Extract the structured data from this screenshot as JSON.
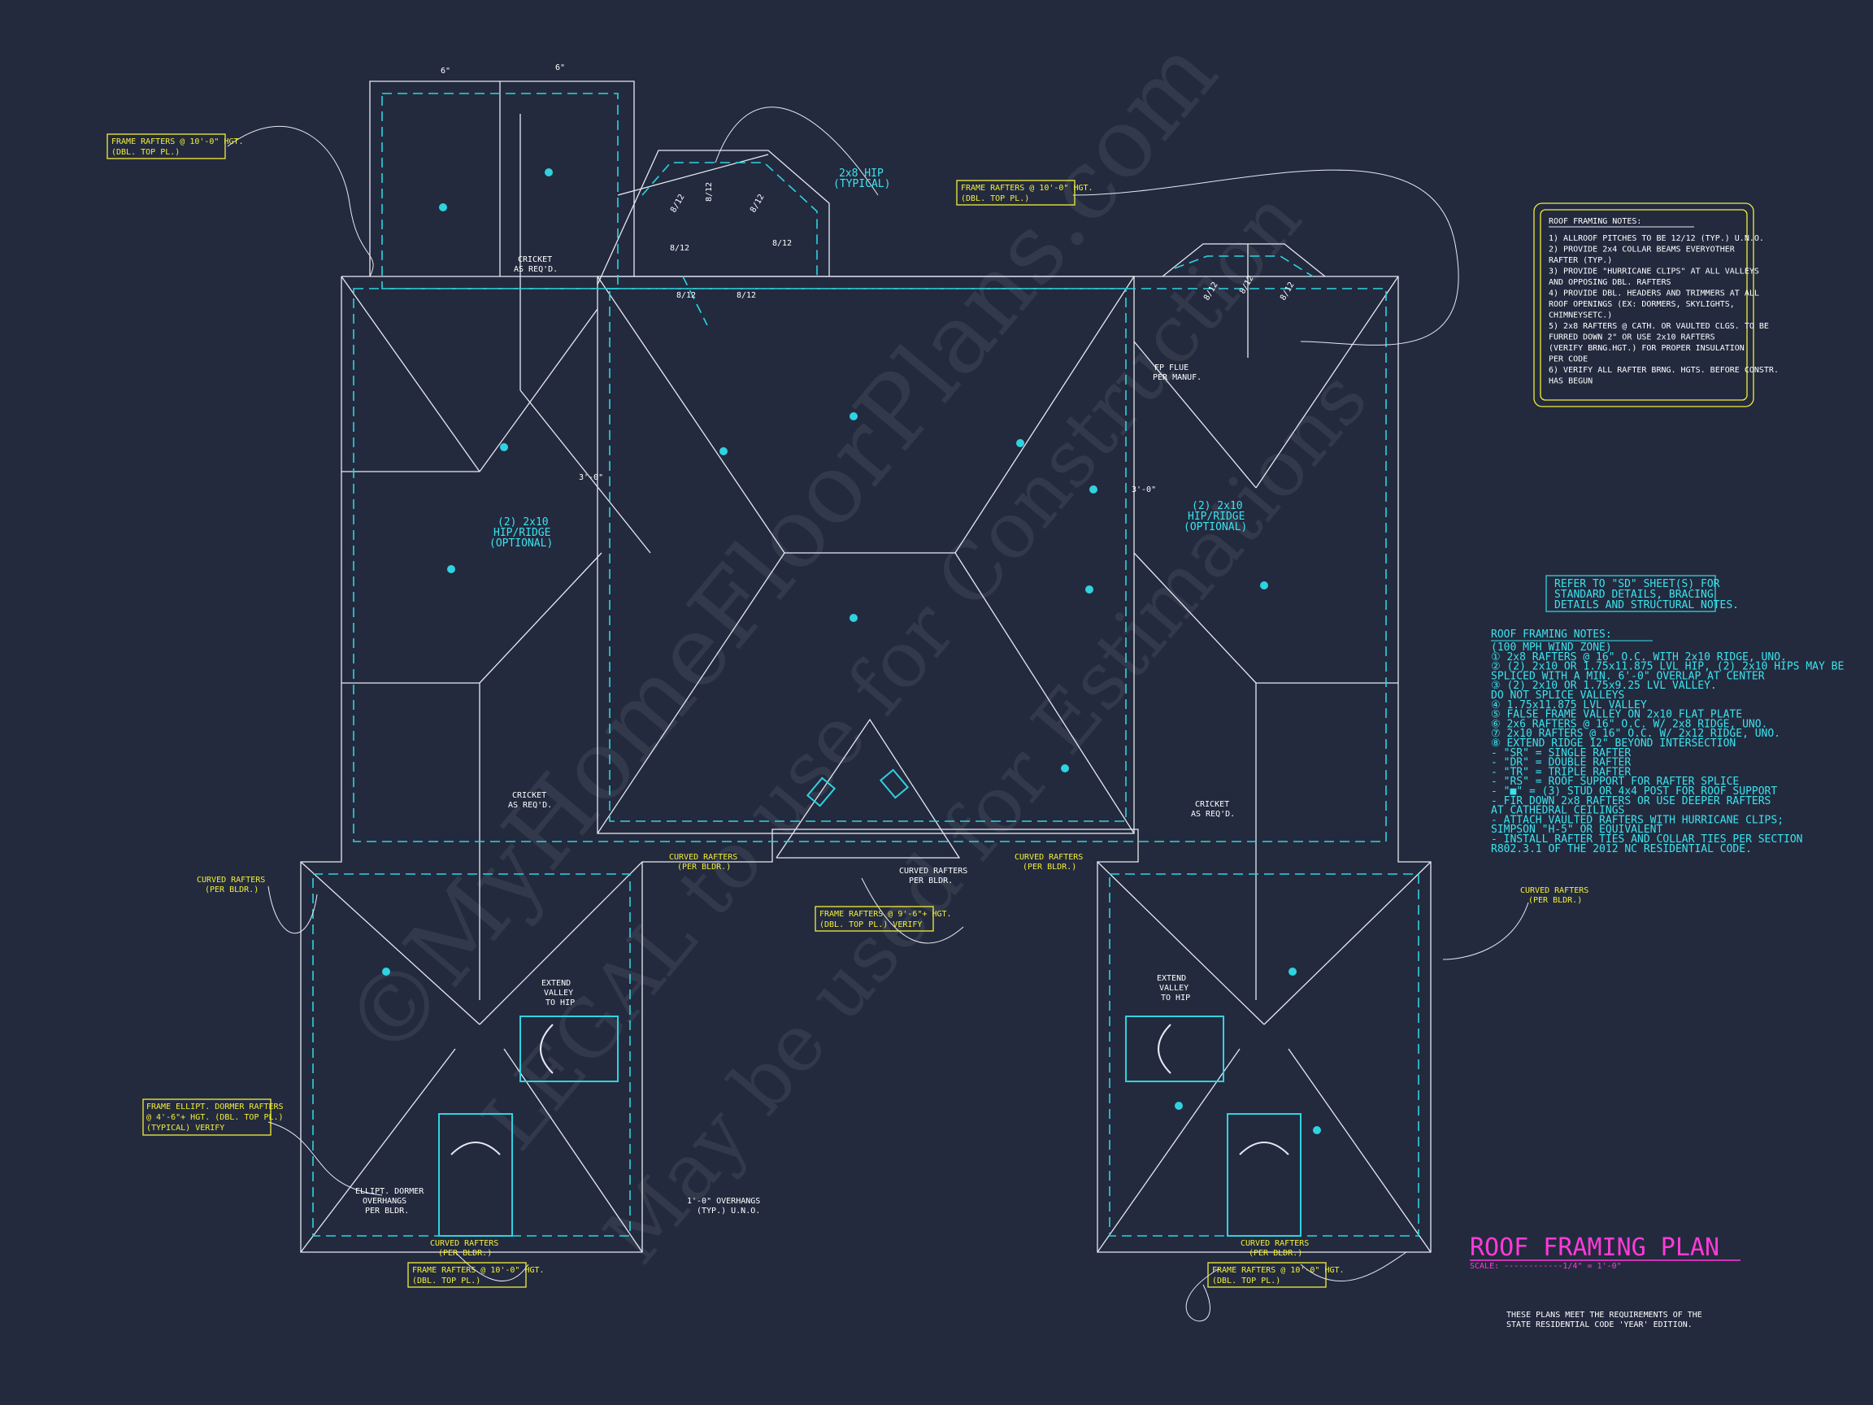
{
  "colors": {
    "background": "#232a3e",
    "linework": "#e6e9f2",
    "framing": "#2fd3df",
    "note_box": "#f2ee3a",
    "title": "#ff3ad9"
  },
  "watermark": {
    "line1": "©MyHomeFloorPlans.com",
    "line2": "LEGAL to use for Construction",
    "line3": "May be used for Estimations"
  },
  "notes_box": {
    "heading": "ROOF FRAMING NOTES:",
    "items": [
      "1) ALLROOF PITCHES TO BE 12/12 (TYP.) U.N.O.",
      "2) PROVIDE 2x4 COLLAR BEAMS EVERYOTHER",
      "   RAFTER (TYP.)",
      "3) PROVIDE \"HURRICANE CLIPS\" AT ALL VALLEYS",
      "   AND OPPOSING DBL. RAFTERS",
      "4) PROVIDE DBL. HEADERS AND TRIMMERS AT ALL",
      "   ROOF OPENINGS (EX: DORMERS, SKYLIGHTS,",
      "   CHIMNEYSETC.)",
      "5) 2x8 RAFTERS @ CATH. OR VAULTED CLGS. TO BE",
      "   FURRED DOWN 2\" OR USE 2x10 RAFTERS",
      "   (VERIFY BRNG.HGT.) FOR PROPER INSULATION",
      "   PER CODE",
      "6) VERIFY ALL RAFTER BRNG. HGTS. BEFORE CONSTR.",
      "   HAS BEGUN"
    ]
  },
  "sd_note": [
    "REFER TO \"SD\" SHEET(S) FOR",
    "STANDARD DETAILS, BRACING",
    "DETAILS AND STRUCTURAL NOTES."
  ],
  "legend": {
    "heading": "ROOF FRAMING NOTES:",
    "items": [
      "(100 MPH WIND ZONE)",
      "① 2x8 RAFTERS @ 16\" O.C. WITH 2x10 RIDGE, UNO.",
      "② (2) 2x10 OR 1.75x11.875 LVL HIP, (2) 2x10 HIPS MAY BE",
      "   SPLICED WITH A MIN. 6'-0\" OVERLAP AT CENTER",
      "③ (2) 2x10 OR 1.75x9.25 LVL VALLEY.",
      "   DO NOT SPLICE VALLEYS",
      "④ 1.75x11.875 LVL VALLEY",
      "⑤ FALSE FRAME VALLEY ON 2x10 FLAT PLATE",
      "⑥ 2x6 RAFTERS @ 16\" O.C. W/ 2x8 RIDGE, UNO.",
      "⑦ 2x10 RAFTERS @ 16\" O.C. W/ 2x12 RIDGE, UNO.",
      "⑧ EXTEND RIDGE 12\" BEYOND INTERSECTION",
      "- \"SR\" = SINGLE RAFTER",
      "- \"DR\" = DOUBLE RAFTER",
      "- \"TR\" = TRIPLE RAFTER",
      "- \"RS\" = ROOF SUPPORT FOR RAFTER SPLICE",
      "- \"■\" = (3) STUD OR 4x4 POST FOR ROOF SUPPORT",
      "- FIR DOWN 2x8 RAFTERS OR USE DEEPER RAFTERS",
      "  AT CATHEDRAL CEILINGS",
      "- ATTACH VAULTED RAFTERS WITH HURRICANE CLIPS;",
      "  SIMPSON \"H-5\" OR EQUIVALENT",
      "- INSTALL RAFTER TIES AND COLLAR TIES PER SECTION",
      "  R802.3.1 OF THE 2012 NC RESIDENTIAL CODE."
    ]
  },
  "title": {
    "main": "ROOF FRAMING PLAN",
    "scale": "SCALE: ------------1/4\" = 1'-0\""
  },
  "code_note": [
    "THESE PLANS MEET THE REQUIREMENTS OF THE",
    "STATE RESIDENTIAL CODE 'YEAR' EDITION."
  ],
  "callouts": {
    "frame_top_left": [
      "FRAME RAFTERS @ 10'-0\" HGT.",
      "(DBL. TOP PL.)"
    ],
    "frame_top_mid": [
      "FRAME RAFTERS @ 10'-0\" HGT.",
      "(DBL. TOP PL.)"
    ],
    "frame_center": [
      "FRAME RAFTERS @ 9'-6\"+ HGT.",
      "(DBL. TOP PL.) VERIFY"
    ],
    "frame_ellipt": [
      "FRAME ELLIPT. DORMER RAFTERS",
      "@ 4'-6\"+ HGT. (DBL. TOP PL.)",
      "(TYPICAL) VERIFY"
    ],
    "frame_bottom_left": [
      "FRAME RAFTERS @ 10'-0\" HGT.",
      "(DBL. TOP PL.)"
    ],
    "frame_bottom_right": [
      "FRAME RAFTERS @ 10'-0\" HGT.",
      "(DBL. TOP PL.)"
    ],
    "curved_left": [
      "CURVED RAFTERS",
      "(PER BLDR.)"
    ],
    "curved_center_left": [
      "CURVED RAFTERS",
      "(PER BLDR.)"
    ],
    "curved_center_right": [
      "CURVED RAFTERS",
      "(PER BLDR.)"
    ],
    "curved_bottom_left": [
      "CURVED RAFTERS",
      "(PER BLDR.)"
    ],
    "curved_bottom_right": [
      "CURVED RAFTERS",
      "(PER BLDR.)"
    ],
    "curved_right": [
      "CURVED RAFTERS",
      "(PER BLDR.)"
    ]
  },
  "labels": {
    "hip_typical": [
      "2x8 HIP",
      "(TYPICAL)"
    ],
    "hip_ridge_left": [
      "(2) 2x10",
      "HIP/RIDGE",
      "(OPTIONAL)"
    ],
    "hip_ridge_right": [
      "(2) 2x10",
      "HIP/RIDGE",
      "(OPTIONAL)"
    ],
    "cricket_top": [
      "CRICKET",
      "AS REQ'D."
    ],
    "cricket_left": [
      "CRICKET",
      "AS REQ'D."
    ],
    "cricket_right": [
      "CRICKET",
      "AS REQ'D."
    ],
    "fp_flue": [
      "FP FLUE",
      "PER MANUF."
    ],
    "curved_per_bldr": [
      "CURVED RAFTERS",
      "PER BLDR."
    ],
    "extend_left": [
      "EXTEND",
      "VALLEY",
      "TO HIP"
    ],
    "extend_right": [
      "EXTEND",
      "VALLEY",
      "TO HIP"
    ],
    "ellipt_dormer": [
      "ELLIPT. DORMER",
      "OVERHANGS",
      "PER BLDR."
    ],
    "overhangs": [
      "1'-0\" OVERHANGS",
      "(TYP.) U.N.O."
    ],
    "dim_left": "3'-0\"",
    "dim_right": "3'-0\"",
    "dim_top_a": "6\"",
    "dim_top_b": "6\"",
    "pitches": [
      "8/12",
      "8/12",
      "8/12",
      "8/12",
      "8/12",
      "8/12",
      "8/12",
      "8/12",
      "8/12",
      "8/12"
    ]
  }
}
